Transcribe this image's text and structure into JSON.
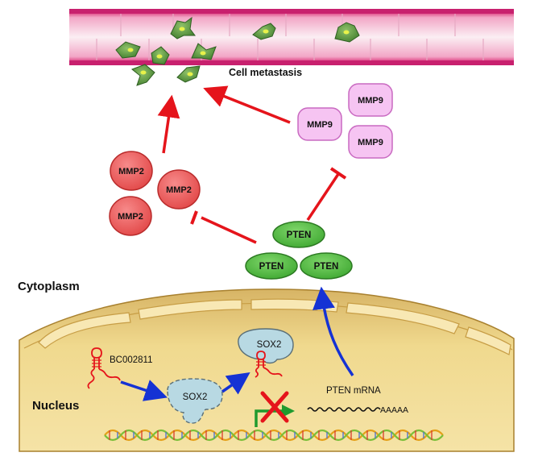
{
  "labels": {
    "cell_metastasis": "Cell metastasis",
    "cytoplasm": "Cytoplasm",
    "nucleus": "Nucleus",
    "bc002811": "BC002811",
    "pten_mrna": "PTEN mRNA",
    "poly_a": "AAAAA"
  },
  "mmp2": [
    "MMP2",
    "MMP2",
    "MMP2"
  ],
  "mmp9": [
    "MMP9",
    "MMP9",
    "MMP9"
  ],
  "pten": [
    "PTEN",
    "PTEN",
    "PTEN"
  ],
  "sox2": [
    "SOX2",
    "SOX2"
  ],
  "colors": {
    "vessel": "#c8206e",
    "mmp2_fill": "#ef5f5f",
    "mmp9_fill": "#f6c4f2",
    "pten_fill": "#5cc24a",
    "sox2_fill": "#b8d9e3",
    "nucleus_fill": "#ebcf7c",
    "activate_arrow": "#e5141b",
    "blue_arrow": "#1532d4"
  }
}
